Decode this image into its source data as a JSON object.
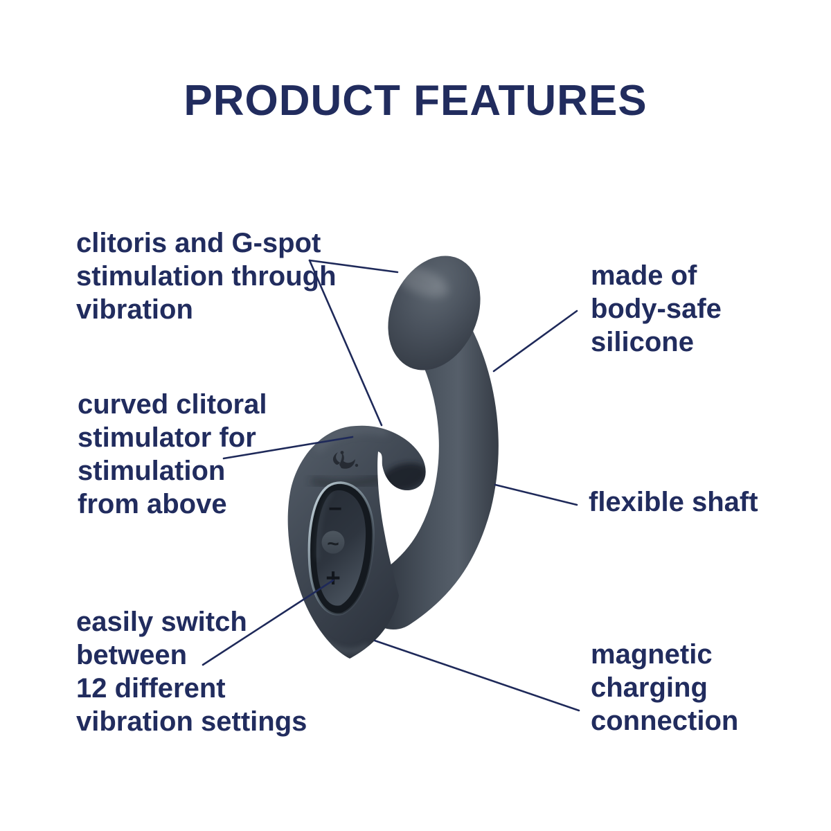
{
  "page": {
    "title": "PRODUCT FEATURES",
    "background": "#ffffff"
  },
  "colors": {
    "text_navy": "#212c5e",
    "line_navy": "#1e2959",
    "product_dark": "#2b313b",
    "product_mid": "#3f4752",
    "product_light": "#5a636e",
    "panel_dark": "#20262e",
    "panel_rim_light": "#cfdfe7"
  },
  "labels": {
    "left": [
      {
        "id": "stimulation",
        "text": "clitoris and G-spot\nstimulation through\nvibration"
      },
      {
        "id": "clitoral-stimulator",
        "text": "curved clitoral\nstimulator for\nstimulation\nfrom above"
      },
      {
        "id": "vibration-settings",
        "text": "easily switch\nbetween\n12 different\nvibration settings"
      }
    ],
    "right": [
      {
        "id": "body-safe-silicone",
        "text": "made of\nbody-safe\nsilicone"
      },
      {
        "id": "flexible-shaft",
        "text": "flexible shaft"
      },
      {
        "id": "magnetic-charging",
        "text": "magnetic\ncharging\nconnection"
      }
    ]
  },
  "product": {
    "description": "dark grey silicone vibrator with curved flexible shaft, bulbous head, curved clitoral hook and control panel",
    "logo_icon": "satisfyer-logo",
    "buttons": {
      "decrease": "−",
      "wave": "~",
      "increase": "+"
    }
  }
}
